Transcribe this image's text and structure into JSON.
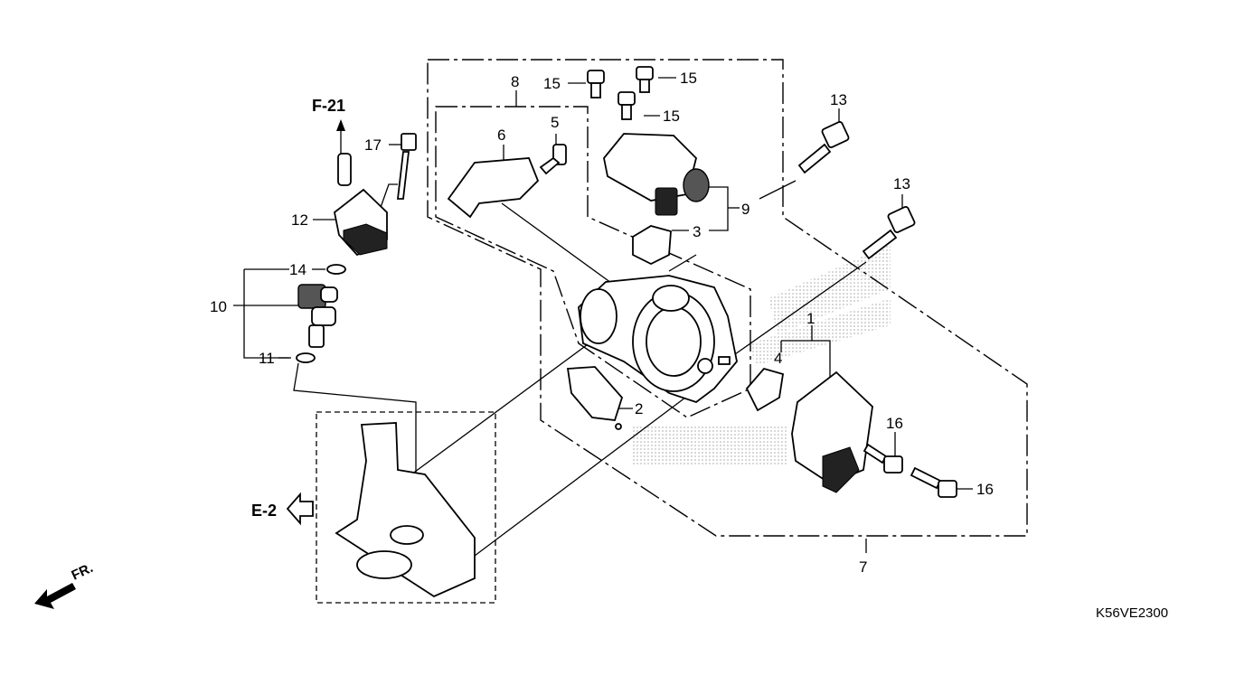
{
  "callouts": {
    "c1": "1",
    "c2": "2",
    "c3": "3",
    "c4": "4",
    "c5": "5",
    "c6": "6",
    "c7": "7",
    "c8": "8",
    "c9": "9",
    "c10": "10",
    "c11": "11",
    "c12": "12",
    "c13a": "13",
    "c13b": "13",
    "c14": "14",
    "c15a": "15",
    "c15b": "15",
    "c15c": "15",
    "c16a": "16",
    "c16b": "16",
    "c17": "17"
  },
  "references": {
    "f21": "F-21",
    "e2": "E-2"
  },
  "direction": {
    "front": "FR."
  },
  "diagram_code": "K56VE2300",
  "colors": {
    "line": "#000000",
    "background": "#ffffff",
    "watermark": "#b5b5b5"
  }
}
